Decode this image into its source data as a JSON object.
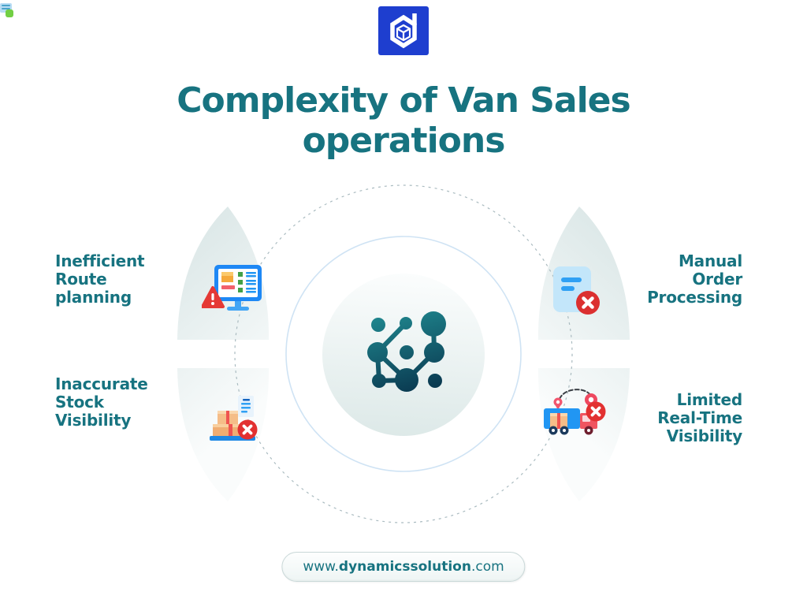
{
  "title": {
    "text": "Complexity of Van Sales\noperations",
    "color": "#177380"
  },
  "logo": {
    "icon": "dynamics-cube-d-logo",
    "background": "#1e3ecf"
  },
  "corner": {
    "icon": "corner-sticker-icon"
  },
  "center": {
    "icon": "network-nodes-icon",
    "gradient_top": "#1f858d",
    "gradient_bottom": "#0a3a51"
  },
  "items": [
    {
      "id": "route",
      "position": "top-left",
      "label": "Inefficient\nRoute\nplanning",
      "icon": "monitor-route-warning-icon"
    },
    {
      "id": "order",
      "position": "top-right",
      "label": "Manual\nOrder\nProcessing",
      "icon": "document-x-icon"
    },
    {
      "id": "stock",
      "position": "bottom-left",
      "label": "Inaccurate\nStock\nVisibility",
      "icon": "stock-boxes-x-icon"
    },
    {
      "id": "realtime",
      "position": "bottom-right",
      "label": "Limited\nReal-Time\nVisibility",
      "icon": "delivery-truck-pins-x-icon"
    }
  ],
  "footer": {
    "url_prefix": "www.",
    "url_domain": "dynamicssolution",
    "url_suffix": ".com"
  },
  "colors": {
    "teal_text": "#177380",
    "logo_blue": "#1e3ecf",
    "petal_fill": "#dfe9e9",
    "ring_blue": "#cfe3f4",
    "dashed_gray": "#aabbc0",
    "error_red": "#db3030",
    "warning_red": "#e53935",
    "icon_blue": "#2196f3",
    "box_tan": "#f0ad72",
    "pin_pink": "#ee4960"
  }
}
